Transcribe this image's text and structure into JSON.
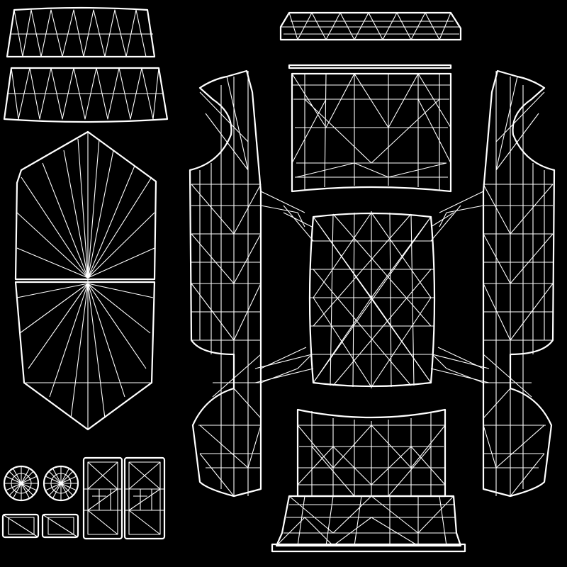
{
  "canvas": {
    "background": "#000000",
    "line_color": "#ffffff"
  },
  "uv_layout": {
    "islands": [
      {
        "id": "windshield"
      },
      {
        "id": "rear-window"
      },
      {
        "id": "hood-panel"
      },
      {
        "id": "rear-bumper-strip"
      },
      {
        "id": "front-bumper-strip"
      },
      {
        "id": "front-panel"
      },
      {
        "id": "roof-panel"
      },
      {
        "id": "rear-panel"
      },
      {
        "id": "rear-lower-bumper"
      },
      {
        "id": "left-side-panel"
      },
      {
        "id": "right-side-panel"
      },
      {
        "id": "wheel-1"
      },
      {
        "id": "wheel-2"
      },
      {
        "id": "headlight-1"
      },
      {
        "id": "headlight-2"
      },
      {
        "id": "door-panel-1"
      },
      {
        "id": "door-panel-2"
      }
    ]
  }
}
